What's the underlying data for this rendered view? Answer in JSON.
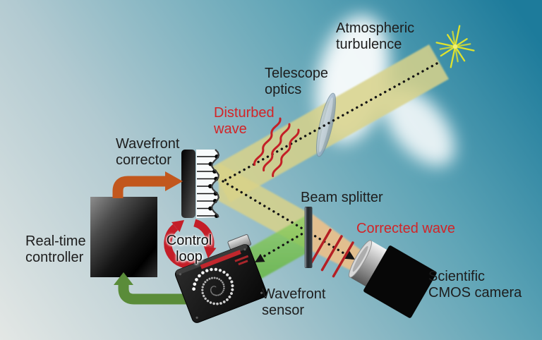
{
  "labels": {
    "atmospheric_turbulence": {
      "line1": "Atmospheric",
      "line2": "turbulence"
    },
    "telescope_optics": {
      "line1": "Telescope",
      "line2": "optics"
    },
    "disturbed_wave": {
      "line1": "Disturbed",
      "line2": "wave"
    },
    "wavefront_corrector": {
      "line1": "Wavefront",
      "line2": "corrector"
    },
    "real_time_controller": {
      "line1": "Real-time",
      "line2": "controller"
    },
    "control_loop": {
      "line1": "Control",
      "line2": "loop"
    },
    "beam_splitter": {
      "text": "Beam splitter"
    },
    "corrected_wave": {
      "text": "Corrected wave"
    },
    "wavefront_sensor": {
      "line1": "Wavefront",
      "line2": "sensor"
    },
    "scientific_cmos_camera": {
      "line1": "Scientific",
      "line2": "CMOS camera"
    }
  },
  "colors": {
    "label_text": "#1d1d1d",
    "wave_label_red": "#d22427",
    "beam_yellow": "#d8d28a",
    "beam_orange": "#ecc08a",
    "beam_green": "#6dbb3f",
    "arrow_orange": "#c2571d",
    "arrow_green": "#5a8c39",
    "control_loop_red": "#c41e28",
    "star_yellow": "#dfe32e",
    "disturbed_wave_red": "#c32026",
    "corrected_wave_red": "#b51f24"
  }
}
